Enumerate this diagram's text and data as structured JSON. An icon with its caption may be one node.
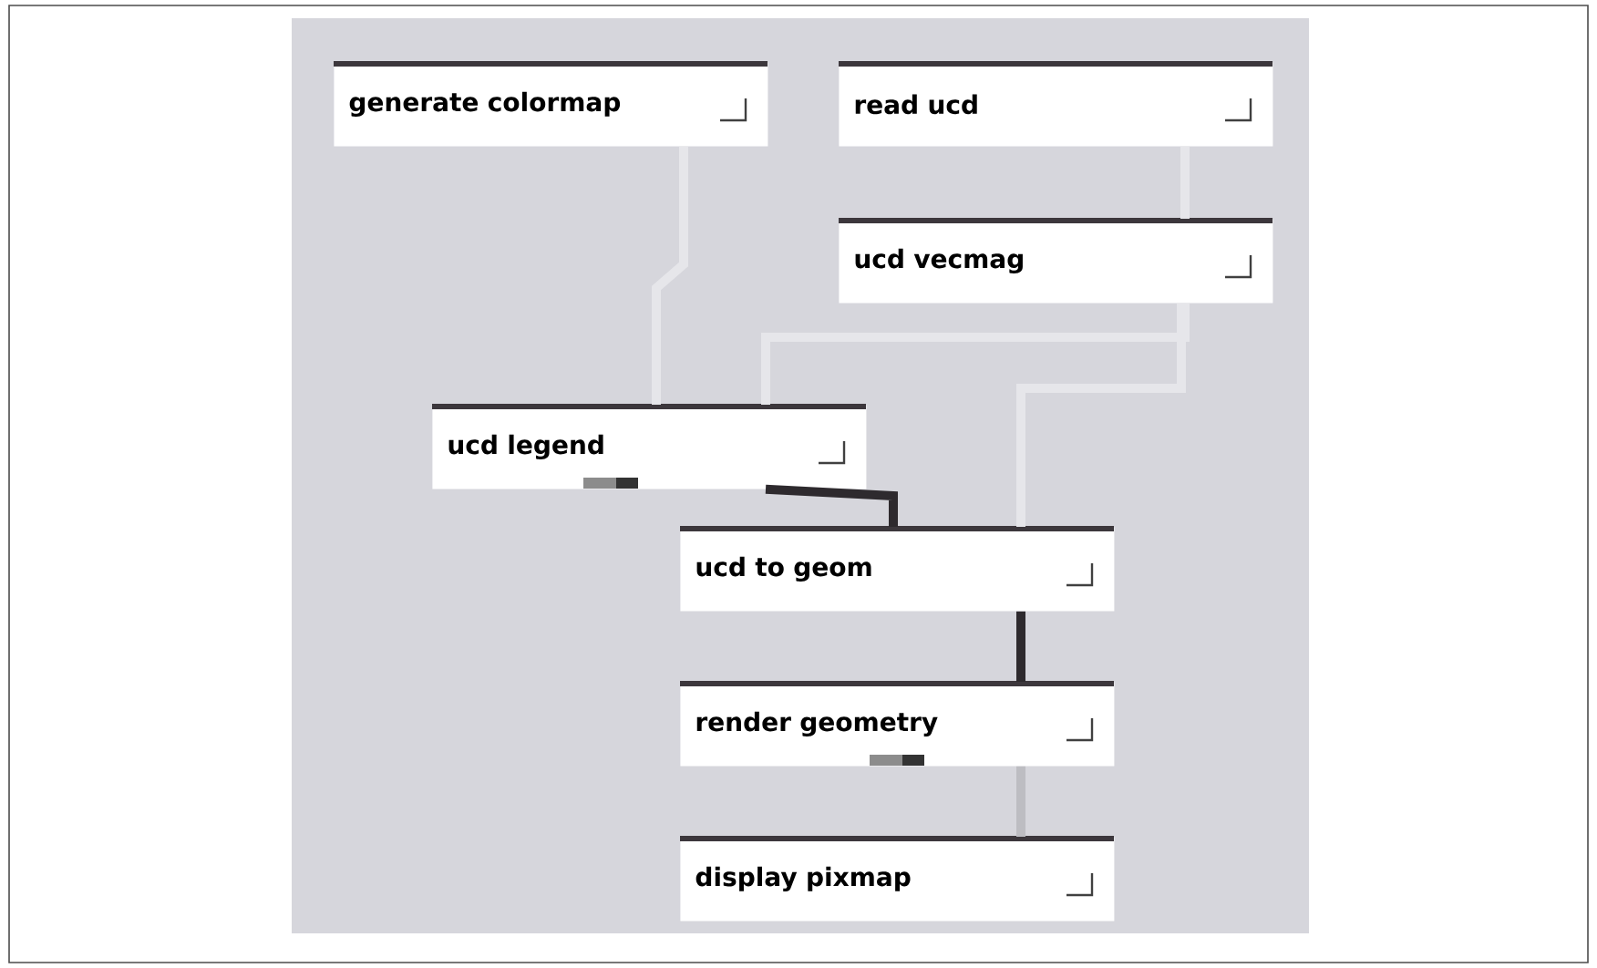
{
  "diagram": {
    "nodes": [
      {
        "text": [
          "generate colormap"
        ]
      },
      {
        "text": [
          "read ucd"
        ]
      },
      {
        "text": [
          "ucd vecmag"
        ]
      },
      {
        "text": [
          "ucd legend"
        ]
      },
      {
        "text": [
          "ucd to geom"
        ]
      },
      {
        "text": [
          "render geometry"
        ]
      },
      {
        "text": [
          "display pixmap"
        ]
      }
    ],
    "edges": [
      {
        "from": 0,
        "to": 3,
        "arrow": "none"
      },
      {
        "from": 1,
        "to": 2,
        "arrow": "none"
      },
      {
        "from": 2,
        "to": 3,
        "arrow": "none"
      },
      {
        "from": 2,
        "to": 4,
        "arrow": "none"
      },
      {
        "from": 3,
        "to": 4,
        "arrow": "none",
        "color": "#2e2a2e"
      },
      {
        "from": 4,
        "to": 5,
        "arrow": "none",
        "color": "#2e2a2e"
      },
      {
        "from": 5,
        "to": 6,
        "arrow": "none",
        "color": "#bdbdc2"
      }
    ]
  }
}
